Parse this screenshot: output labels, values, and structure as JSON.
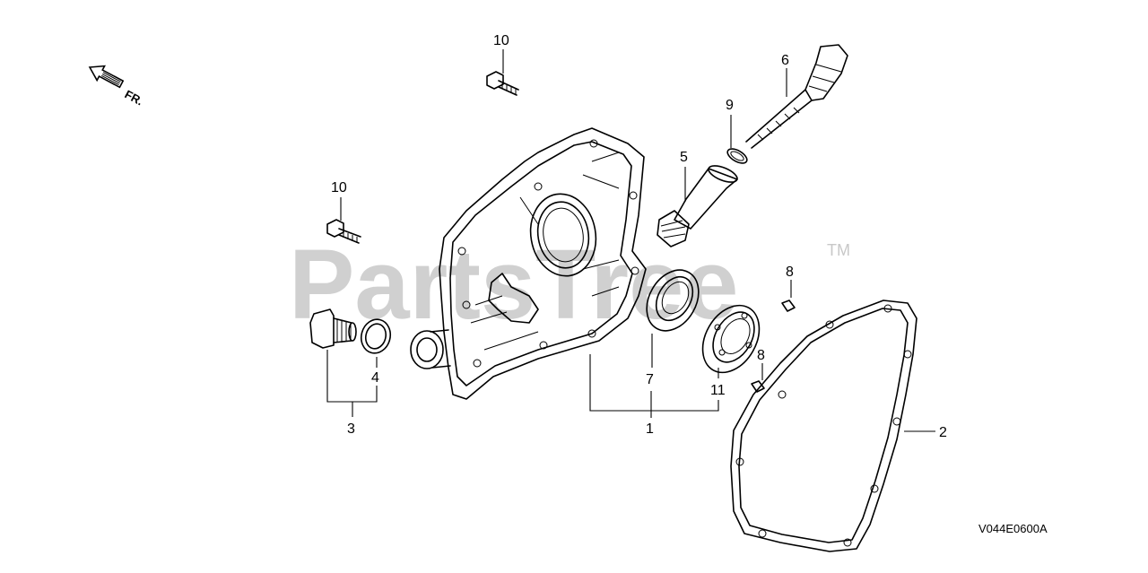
{
  "watermark": {
    "text": "PartsTree",
    "tm": "TM"
  },
  "front_marker": {
    "text": "FR."
  },
  "drawing_code": "V044E0600A",
  "callouts": {
    "p10a": "10",
    "p10b": "10",
    "p6": "6",
    "p9": "9",
    "p5": "5",
    "p8a": "8",
    "p8b": "8",
    "p7": "7",
    "p11": "11",
    "p1": "1",
    "p2": "2",
    "p3": "3",
    "p4": "4"
  }
}
